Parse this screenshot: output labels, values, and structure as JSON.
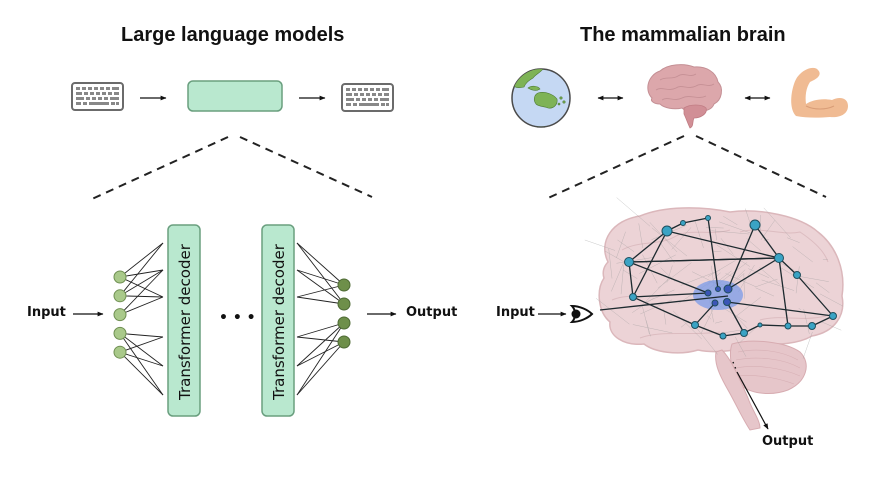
{
  "left_panel": {
    "title": "Large language models",
    "top_row": {
      "input_icon": "keyboard-icon",
      "model_box": "llm-box",
      "output_icon": "keyboard-icon"
    },
    "detail": {
      "input_label": "Input",
      "output_label": "Output",
      "decoder_label_1": "Transformer decoder",
      "decoder_label_2": "Transformer decoder",
      "ellipsis": "• • •",
      "input_node_count": 5,
      "output_node_count": 4
    },
    "colors": {
      "box_fill": "#b9e8cf",
      "box_stroke": "#6a9f7f",
      "input_node": "#a9c98a",
      "output_node": "#6e8f4a"
    }
  },
  "right_panel": {
    "title": "The mammalian brain",
    "top_row": {
      "left_icon": "globe-icon",
      "center_icon": "brain-icon",
      "right_icon": "flexed-bicep-icon"
    },
    "detail": {
      "input_label": "Input",
      "output_label": "Output",
      "input_icon": "eye-icon"
    },
    "colors": {
      "brain_fill": "#ecd3d6",
      "brain_stroke": "#d9b3b8",
      "node": "#3aa3c4",
      "core": "#7b9be8"
    }
  }
}
